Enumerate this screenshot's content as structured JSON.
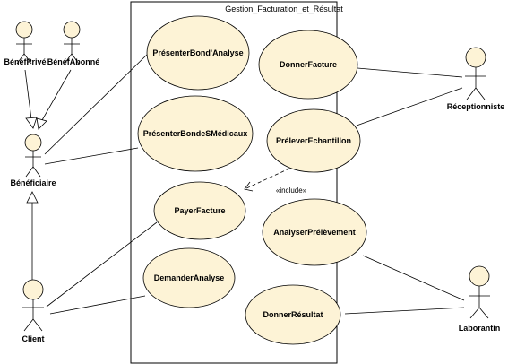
{
  "system": {
    "title": "Gestion_Facturation_et_Résultat"
  },
  "actors": {
    "benef_prive": "BénéfPrivé",
    "benef_abonne": "BénéfAbonné",
    "beneficiaire": "Bénéficiaire",
    "client": "Client",
    "receptionniste": "Réceptionniste",
    "laborantin": "Laborantin"
  },
  "use_cases": {
    "presenter_bon_analyse": "PrésenterBond'Analyse",
    "presenter_bons_medicaux": "PrésenterBondeSMédicaux",
    "payer_facture": "PayerFacture",
    "demander_analyse": "DemanderAnalyse",
    "donner_facture": "DonnerFacture",
    "prelever_echantillon": "PréleverEchantillon",
    "analyser_prelevement": "AnalyserPrélèvement",
    "donner_resultat": "DonnerRésultat"
  },
  "relations": {
    "include_label": "«include»"
  },
  "colors": {
    "usecase_fill": "#fdf3d6",
    "actor_fill": "#fdf3d6",
    "stroke": "#000000",
    "background": "#ffffff"
  }
}
